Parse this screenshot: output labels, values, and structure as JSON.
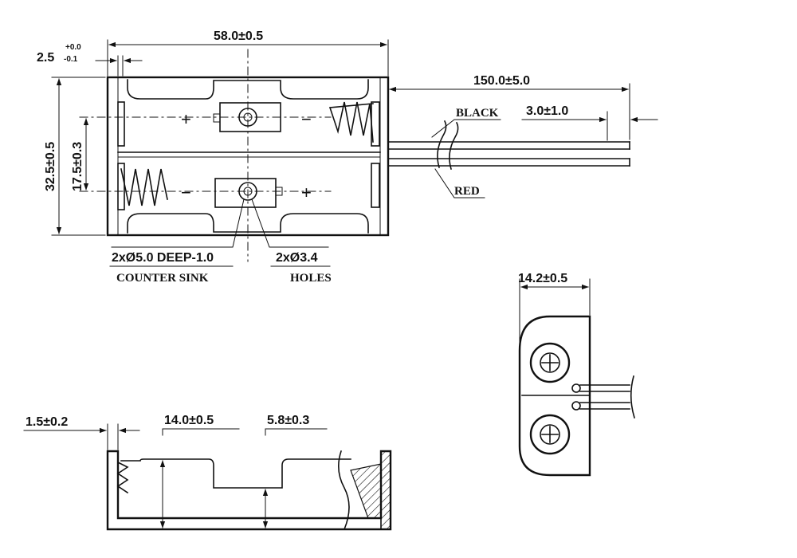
{
  "top_view": {
    "width_dim": "58.0±0.5",
    "tab_dim_main": "2.5",
    "tab_dim_tol_upper": "+0.0",
    "tab_dim_tol_lower": "-0.1",
    "height_dim": "32.5±0.5",
    "hole_spacing_dim": "17.5±0.3",
    "lead_length_dim": "150.0±5.0",
    "strip_length_dim": "3.0±1.0",
    "wire_black_label": "BLACK",
    "wire_red_label": "RED",
    "countersink_dim": "2xØ5.0 DEEP-1.0",
    "countersink_label": "COUNTER SINK",
    "holes_dim": "2xØ3.4",
    "holes_label": "HOLES",
    "plus_symbol": "+",
    "minus_symbol": "−"
  },
  "end_view": {
    "width_dim": "14.2±0.5"
  },
  "side_view": {
    "wall_dim": "1.5±0.2",
    "inner_height_dim": "14.0±0.5",
    "floor_height_dim": "5.8±0.3"
  }
}
